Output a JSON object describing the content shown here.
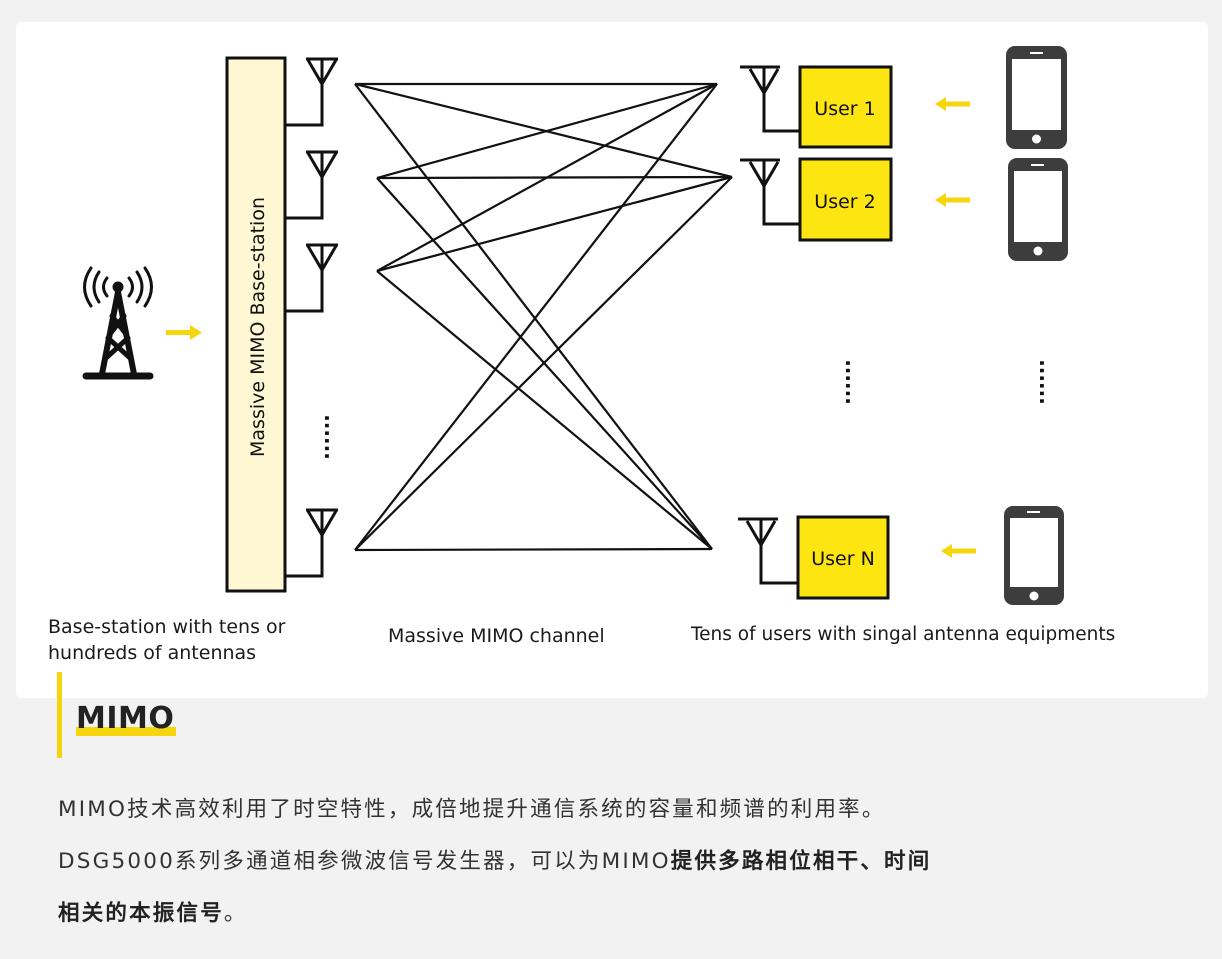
{
  "diagram": {
    "base_station_label": "Massive MIMO Base-station",
    "users": [
      "User 1",
      "User 2",
      "User N"
    ],
    "ellipsis": "......",
    "captions": {
      "left_line1": "Base-station with tens or",
      "left_line2": "hundreds of antennas",
      "middle": "Massive MIMO channel",
      "right": "Tens of users with singal antenna equipments"
    },
    "colors": {
      "accent_yellow": "#f5d60e",
      "user_box": "#fde512",
      "base_station_fill": "#fdf7d4"
    }
  },
  "section": {
    "heading": "MIMO",
    "para_line1": "MIMO技术高效利用了时空特性，成倍地提升通信系统的容量和频谱的利用率。",
    "para_line2_normal": "DSG5000系列多通道相参微波信号发生器，可以为MIMO",
    "para_line2_bold": "提供多路相位相干、时间",
    "para_line3_bold": "相关的本振信号",
    "para_line3_end": "。"
  }
}
